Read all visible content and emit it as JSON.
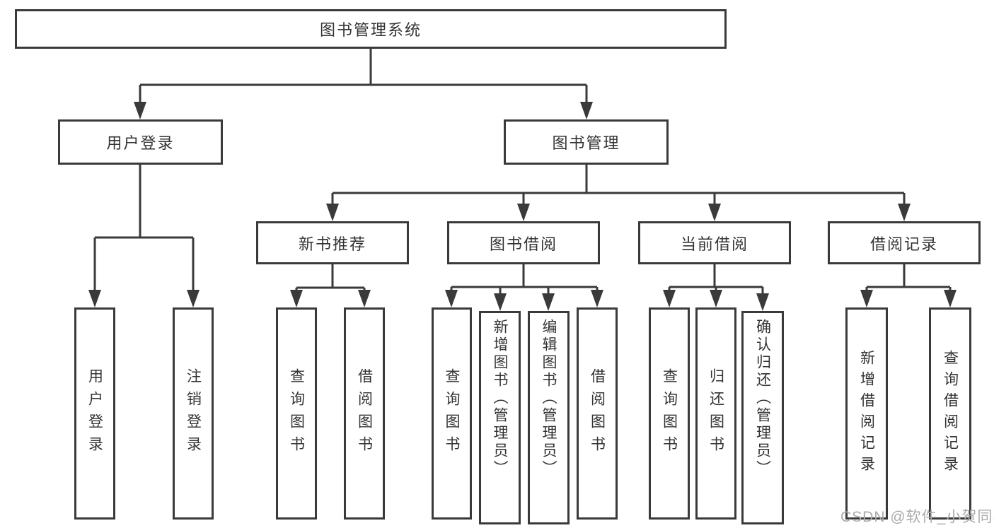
{
  "tree": {
    "label": "图书管理系统",
    "children": [
      {
        "label": "用户登录",
        "children": [
          {
            "label": "用户登录"
          },
          {
            "label": "注销登录"
          }
        ]
      },
      {
        "label": "图书管理",
        "children": [
          {
            "label": "新书推荐",
            "children": [
              {
                "label": "查询图书"
              },
              {
                "label": "借阅图书"
              }
            ]
          },
          {
            "label": "图书借阅",
            "children": [
              {
                "label": "查询图书"
              },
              {
                "label": "新增图书（管理员）"
              },
              {
                "label": "编辑图书（管理员）"
              },
              {
                "label": "借阅图书"
              }
            ]
          },
          {
            "label": "当前借阅",
            "children": [
              {
                "label": "查询图书"
              },
              {
                "label": "归还图书"
              },
              {
                "label": "确认归还（管理员）"
              }
            ]
          },
          {
            "label": "借阅记录",
            "children": [
              {
                "label": "新增借阅记录"
              },
              {
                "label": "查询借阅记录"
              }
            ]
          }
        ]
      }
    ]
  },
  "watermark": {
    "text": "CSDN @软件_小贺同学"
  },
  "colors": {
    "line": "#3a3a3a",
    "text": "#333333",
    "watermark": "#ababab",
    "background": "#ffffff"
  }
}
